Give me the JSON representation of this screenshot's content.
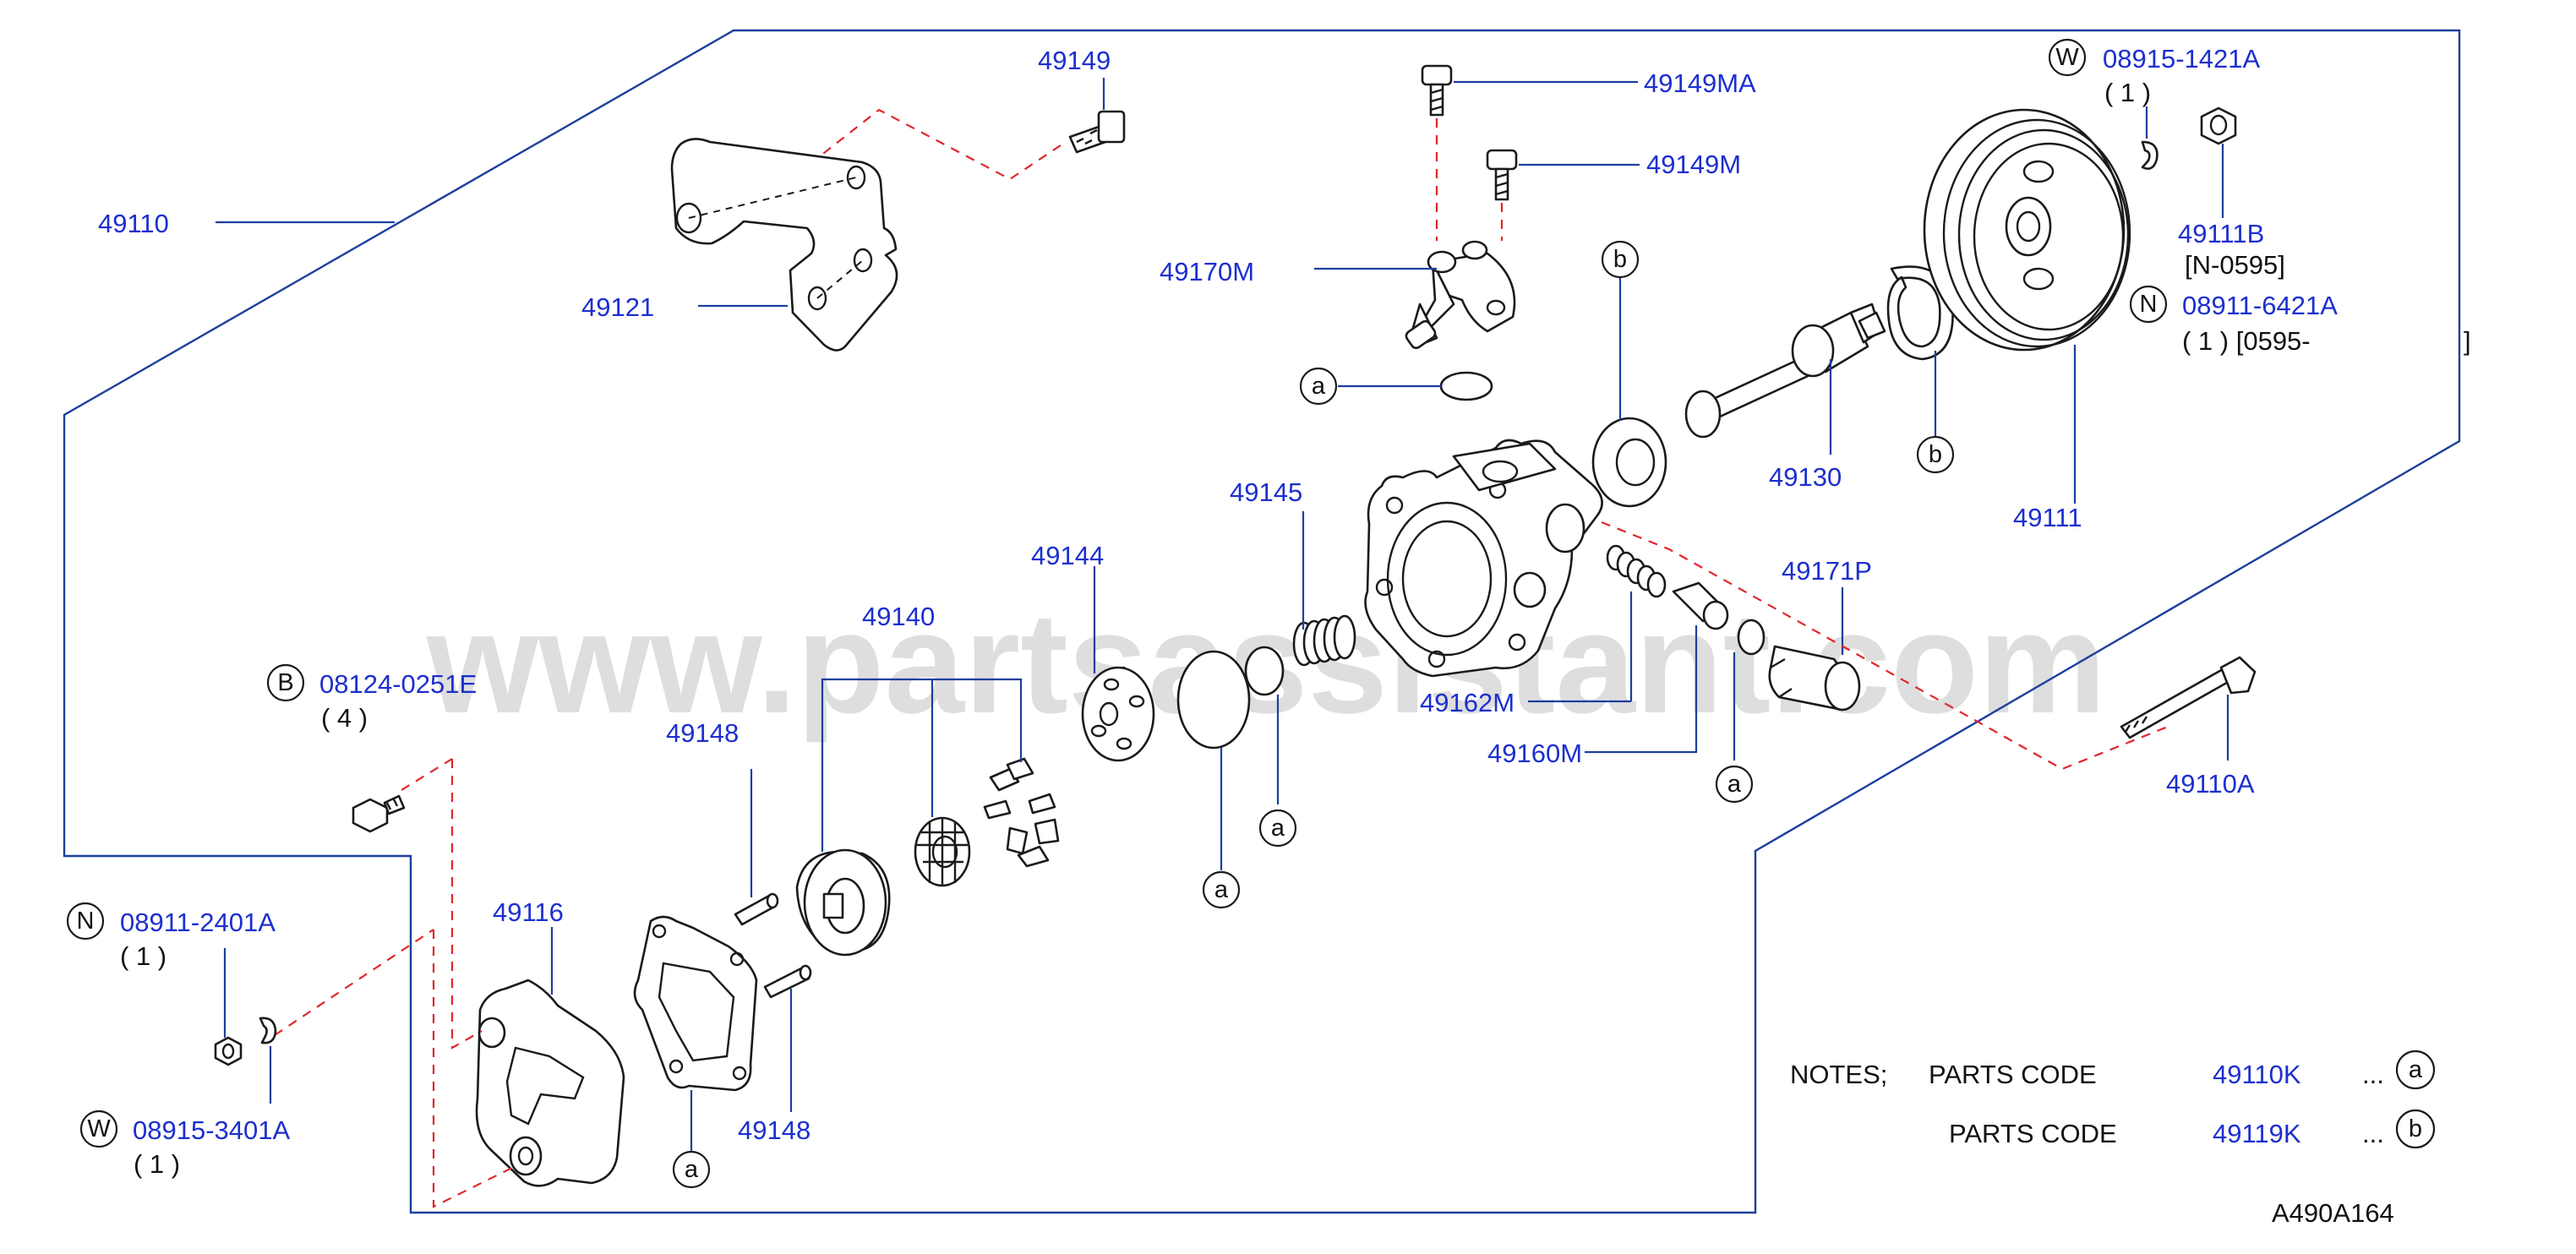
{
  "watermark": "www.partsassistant.com",
  "callouts": {
    "p49149": "49149",
    "p49149MA": "49149MA",
    "p49149M": "49149M",
    "p49110": "49110",
    "p49121": "49121",
    "p49170M": "49170M",
    "p49111B": "49111B",
    "n0595": "[N-0595]",
    "p08911_6421A": "08911-6421A",
    "qty_0595": "( 1 ) [0595-",
    "bracket_close": "]",
    "p08915_1421A": "08915-1421A",
    "qty_1421A": "( 1 )",
    "p49130": "49130",
    "p49111": "49111",
    "p49145": "49145",
    "p49140": "49140",
    "p49144": "49144",
    "p49171P": "49171P",
    "p49162M": "49162M",
    "p49160M": "49160M",
    "p49110A": "49110A",
    "p08124_0251E": "08124-0251E",
    "qty_0251E": "( 4 )",
    "p49148_top": "49148",
    "p49148_bot": "49148",
    "p49116": "49116",
    "p08911_2401A": "08911-2401A",
    "qty_2401A": "( 1 )",
    "p08915_3401A": "08915-3401A",
    "qty_3401A": "( 1 )"
  },
  "markers": {
    "w1": "W",
    "n1": "N",
    "b_bolt": "B",
    "n2": "N",
    "w2": "W",
    "a_oring": "a",
    "b_seal": "b",
    "b_ring": "b",
    "a_49140": "a",
    "a_49144": "a",
    "a_49171": "a",
    "a_gasket": "a",
    "a_note": "a",
    "b_note": "b"
  },
  "notes": {
    "label": "NOTES;",
    "row1_label": "PARTS   CODE",
    "row1_code": "49110K",
    "row1_suffix": "...",
    "row2_label": "PARTS   CODE",
    "row2_code": "49119K",
    "row2_suffix": "..."
  },
  "diagram_id": "A490A164"
}
